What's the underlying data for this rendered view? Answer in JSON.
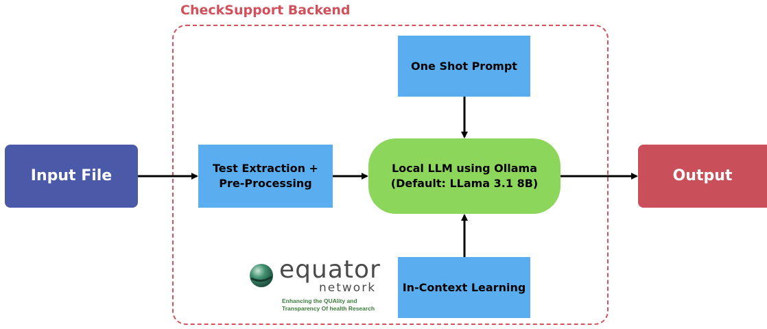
{
  "backend": {
    "title": "CheckSupport Backend"
  },
  "nodes": {
    "input": "Input File",
    "extraction_line1": "Test Extraction +",
    "extraction_line2": "Pre-Processing",
    "prompt": "One Shot Prompt",
    "llm_line1": "Local LLM using Ollama",
    "llm_line2": "(Default: LLama 3.1 8B)",
    "icl": "In-Context Learning",
    "output": "Output"
  },
  "logo": {
    "word": "equator",
    "sub": "network",
    "tagline_line1": "Enhancing the QUAlity and",
    "tagline_line2": "Transparency Of health Research"
  },
  "colors": {
    "input": "#4a5aa8",
    "process": "#5aaef0",
    "llm": "#8bd65b",
    "output": "#c9505a",
    "frame": "#d1505b",
    "arrow": "#000000"
  }
}
